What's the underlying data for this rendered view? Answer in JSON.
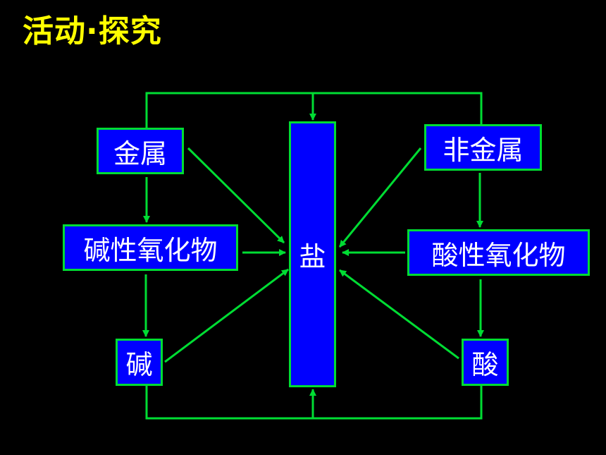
{
  "title": "活动·探究",
  "colors": {
    "background": "#000000",
    "title": "#ffff00",
    "box_fill": "#0000ff",
    "box_border": "#00dd33",
    "box_text": "#ffffff",
    "arrow": "#00dd33"
  },
  "nodes": {
    "metal": "金属",
    "nonmetal": "非金属",
    "basic_oxide": "碱性氧化物",
    "acidic_oxide": "酸性氧化物",
    "base": "碱",
    "acid": "酸",
    "salt": "盐"
  },
  "edges": [
    {
      "from": "metal",
      "to": "basic_oxide"
    },
    {
      "from": "basic_oxide",
      "to": "base"
    },
    {
      "from": "nonmetal",
      "to": "acidic_oxide"
    },
    {
      "from": "acidic_oxide",
      "to": "acid"
    },
    {
      "from": "metal",
      "to": "salt"
    },
    {
      "from": "basic_oxide",
      "to": "salt"
    },
    {
      "from": "base",
      "to": "salt"
    },
    {
      "from": "nonmetal",
      "to": "salt"
    },
    {
      "from": "acidic_oxide",
      "to": "salt"
    },
    {
      "from": "acid",
      "to": "salt"
    },
    {
      "from": "metal+nonmetal",
      "to": "salt",
      "via": "top-bracket"
    },
    {
      "from": "base+acid",
      "to": "salt",
      "via": "bottom-bracket"
    }
  ]
}
